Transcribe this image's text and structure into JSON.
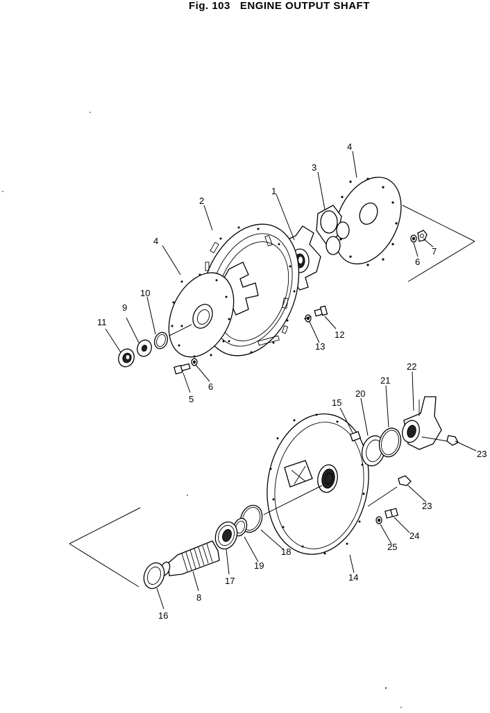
{
  "figure": {
    "number": "Fig. 103",
    "title": "ENGINE OUTPUT SHAFT"
  },
  "callouts": [
    "1",
    "2",
    "3",
    "4",
    "4",
    "5",
    "6",
    "6",
    "7",
    "8",
    "9",
    "10",
    "11",
    "12",
    "13",
    "14",
    "15",
    "16",
    "17",
    "18",
    "19",
    "20",
    "21",
    "22",
    "23",
    "23",
    "24",
    "25"
  ]
}
